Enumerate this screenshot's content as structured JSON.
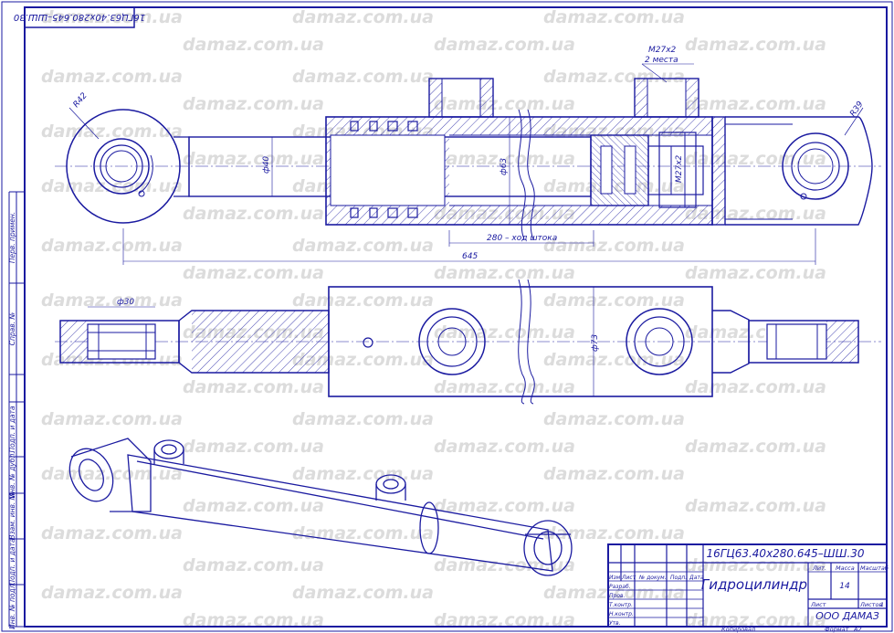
{
  "sheet": {
    "rotated_designation": "16ГЦ63.40х280.645–ШШ.30",
    "watermark": "damaz.com.ua"
  },
  "dimensions": {
    "eye_left_radius": "R42",
    "eye_right_radius": "R39",
    "rod_diameter": "ф40",
    "bore_diameter": "ф63",
    "port_thread": "M27х2",
    "port_count": "2 места",
    "piston_thread": "M27х2",
    "stroke": "280 – ход штока",
    "overall_length": "645",
    "pin_diameter": "ф30",
    "body_diameter": "ф73"
  },
  "side_stamp": {
    "labels": [
      "Перв. примен.",
      "Справ. №",
      "Подп. и дата",
      "Инв. № дубл.",
      "Взам. инв. №",
      "Подп. и дата",
      "Инв. № подл."
    ]
  },
  "title_block": {
    "designation": "16ГЦ63.40х280.645–ШШ.30",
    "name": "Гидроцилиндр",
    "organization": "ООО ДАМАЗ",
    "columns": {
      "izm": "Изм",
      "list": "Лист",
      "doc": "№ докум.",
      "sign": "Подп.",
      "date": "Дата"
    },
    "roles": [
      "Разраб.",
      "Пров.",
      "Т.контр.",
      "Н.контр.",
      "Утв."
    ],
    "lit_label": "Лит.",
    "mass_label": "Масса",
    "scale_label": "Масштаб",
    "mass_value": "14",
    "sheet_label": "Лист",
    "sheets_label": "Листов",
    "sheets_value": "1",
    "copied": "Копировал",
    "format_label": "Формат",
    "format_value": "A2"
  },
  "colors": {
    "ink": "#1a1aa0",
    "watermark": "#dcdcdc",
    "paper": "#ffffff"
  }
}
